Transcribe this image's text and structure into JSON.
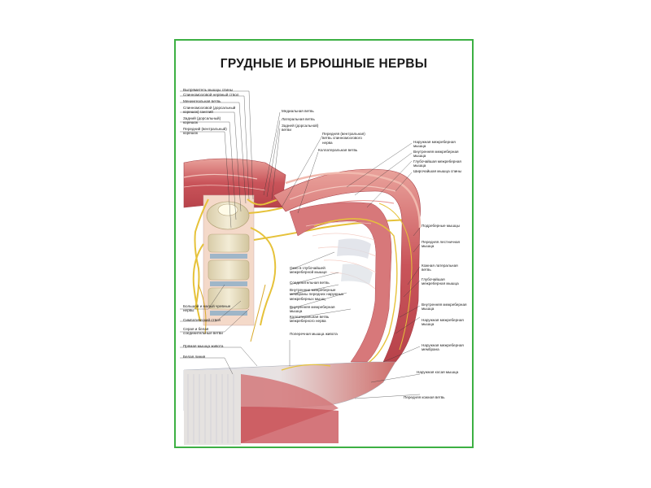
{
  "page": {
    "accent_border_color": "#3cb043",
    "title": "ГРУДНЫЕ И БРЮШНЫЕ НЕРВЫ"
  },
  "labels_left": [
    "Выпрямитель мышцы спины",
    "Спинномозговой нервный ствол",
    "Менингеальная ветвь",
    "Спинномозговой (дорсальный корешок) ганглий",
    "Задний (дорсальный) корешок",
    "Передний (вентральный) корешок",
    "Большой и малый чревные нервы",
    "Симпатический ствол",
    "Серая и белая соединительные ветви"
  ],
  "labels_top": [
    "Медиальная ветвь",
    "Латеральная ветвь",
    "Задней (дорсальной) ветви",
    "Передняя (вентральная) ветвь спинномозгового нерва",
    "Коллатеральная ветвь"
  ],
  "labels_right": [
    "Наружная межреберная мышца",
    "Внутренняя межреберная мышца",
    "Глубочайшая межреберная мышца",
    "Широчайшая мышца спины",
    "Подреберные мышцы",
    "Передняя лестничная мышца",
    "Кожная латеральная ветвь",
    "Глубочайшая межреберная мышца",
    "Внутренняя межреберная мышца",
    "Наружная межреберная мышца",
    "Наружная межреберная мембрана",
    "Наружная косая мышца",
    "Передняя кожная ветвь"
  ],
  "labels_center": [
    "Окно в глубочайшей межреберной мышце",
    "Соединительная ветвь",
    "Внутренние межреберные мембраны передних наружных межреберных мышц",
    "Внутренняя межреберная мышца",
    "Коллатеральная ветвь межреберного нерва"
  ],
  "labels_bottom": [
    "Прямая мышца живота",
    "Белая линия",
    "Поперечная мышца живота"
  ],
  "colors": {
    "muscle": "#c9545a",
    "muscle_light": "#e7a39c",
    "bone": "#ece3c8",
    "nerve": "#e6c23a",
    "fascia": "#d8dde6"
  }
}
